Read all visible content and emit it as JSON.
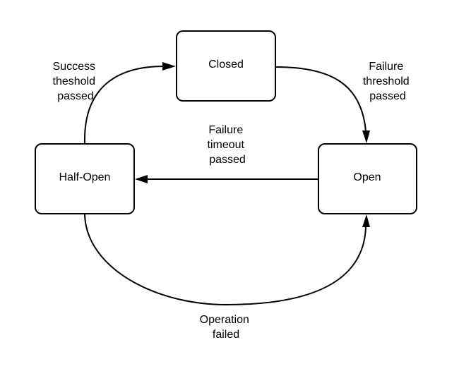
{
  "diagram": {
    "states": {
      "closed": "Closed",
      "open": "Open",
      "half_open": "Half-Open"
    },
    "transitions": {
      "closed_to_open": [
        "Failure",
        "threshold",
        "passed"
      ],
      "open_to_half_open": [
        "Failure",
        "timeout",
        "passed"
      ],
      "half_open_to_closed": [
        "Success",
        "theshold",
        "passed"
      ],
      "half_open_to_open": [
        "Operation",
        "failed"
      ]
    },
    "colors": {
      "stroke": "#000000",
      "fill": "#ffffff"
    }
  }
}
